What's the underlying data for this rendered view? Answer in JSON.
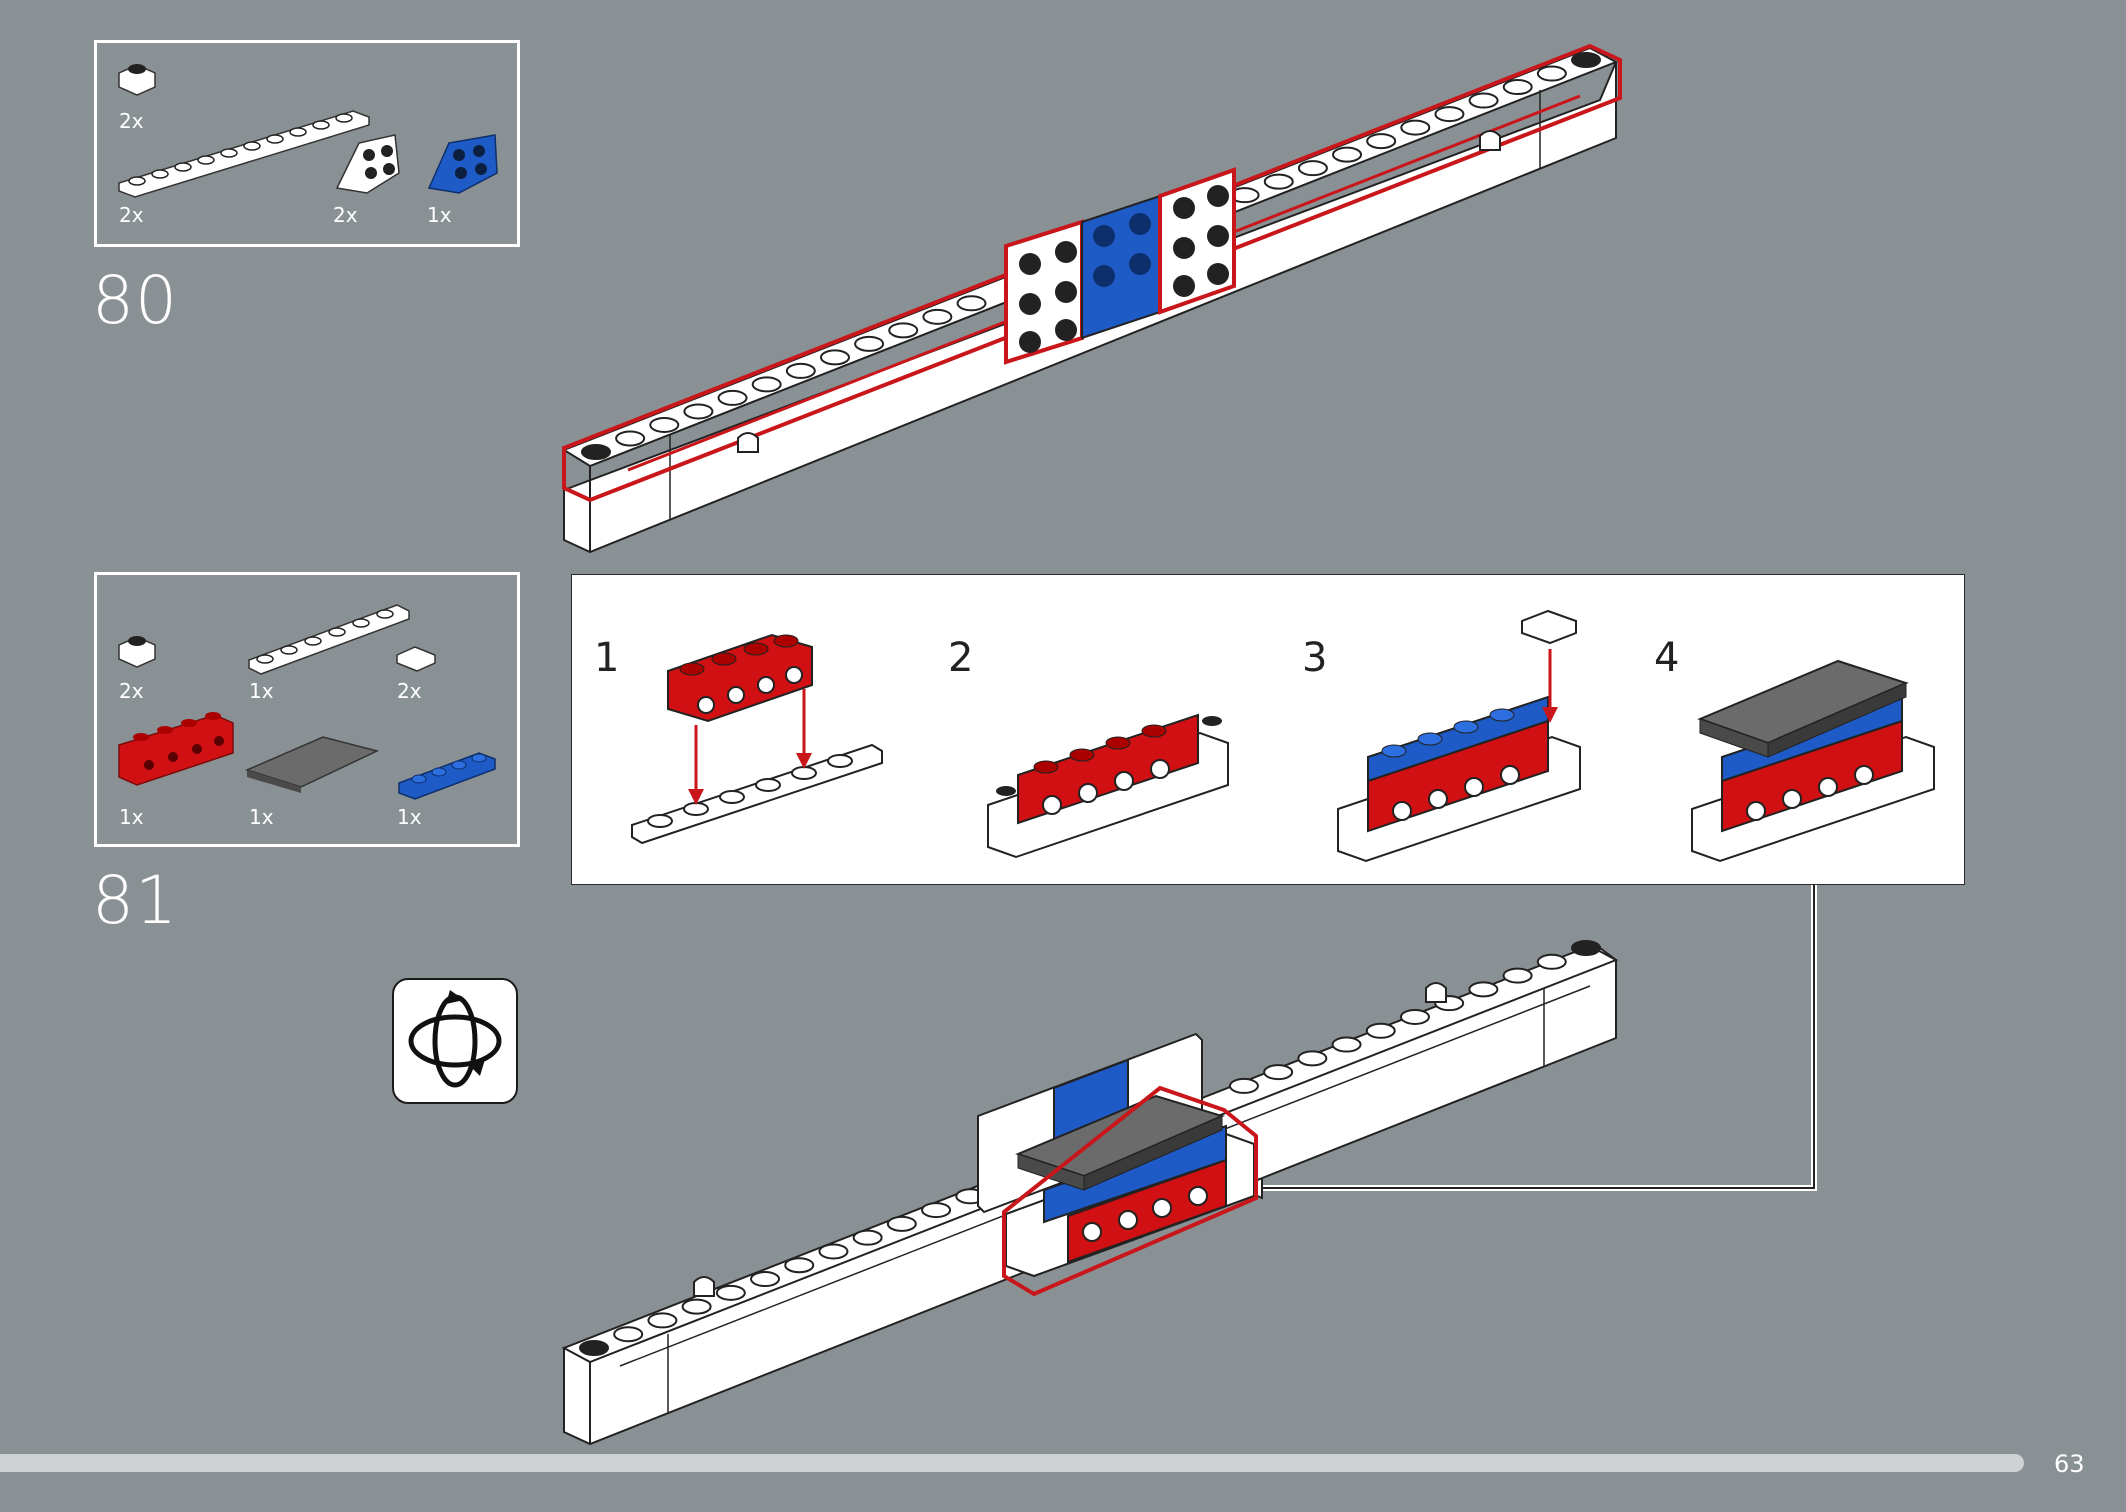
{
  "page_number": "63",
  "steps": [
    {
      "number": "80",
      "parts": [
        {
          "qty": "2x",
          "part": "1x1 white plate round"
        },
        {
          "qty": "2x",
          "part": "1x10 white plate"
        },
        {
          "qty": "2x",
          "part": "white bracket 2x2"
        },
        {
          "qty": "1x",
          "part": "blue bracket 2x2"
        }
      ]
    },
    {
      "number": "81",
      "parts": [
        {
          "qty": "2x",
          "part": "1x1 white plate round"
        },
        {
          "qty": "1x",
          "part": "1x6 white plate"
        },
        {
          "qty": "2x",
          "part": "1x1 white tile"
        },
        {
          "qty": "1x",
          "part": "1x4 red brick with holes"
        },
        {
          "qty": "1x",
          "part": "2x4 dark grey tile"
        },
        {
          "qty": "1x",
          "part": "1x4 blue plate"
        }
      ]
    }
  ],
  "substeps": [
    "1",
    "2",
    "3",
    "4"
  ],
  "colors": {
    "background": "#8a9194",
    "red": "#d01012",
    "blue": "#1e5bc6",
    "grey": "#6b6b6b",
    "highlight": "#c8161b"
  },
  "icons": [
    "rotate-model-icon"
  ]
}
